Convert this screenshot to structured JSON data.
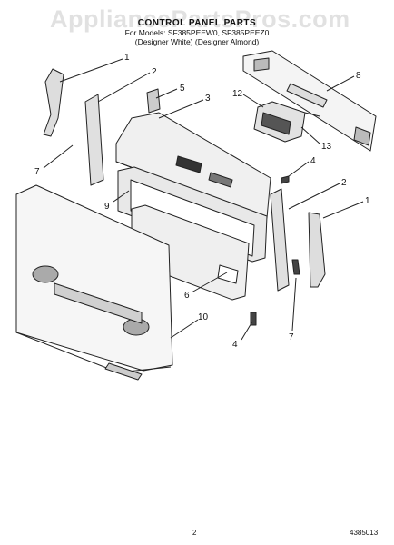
{
  "header": {
    "title": "CONTROL PANEL PARTS",
    "models": "For Models: SF385PEEW0, SF385PEEZ0",
    "colors": "(Designer White) (Designer Almond)"
  },
  "watermark": "AppliancePartsPros.com",
  "callouts": {
    "c1_left": "1",
    "c2_left": "2",
    "c3": "3",
    "c5": "5",
    "c7_left": "7",
    "c8": "8",
    "c12": "12",
    "c13": "13",
    "c4_top": "4",
    "c2_right": "2",
    "c1_right": "1",
    "c9": "9",
    "c6": "6",
    "c10": "10",
    "c4_bottom": "4",
    "c7_right": "7"
  },
  "footer": {
    "page": "2",
    "doc_number": "4385013"
  }
}
